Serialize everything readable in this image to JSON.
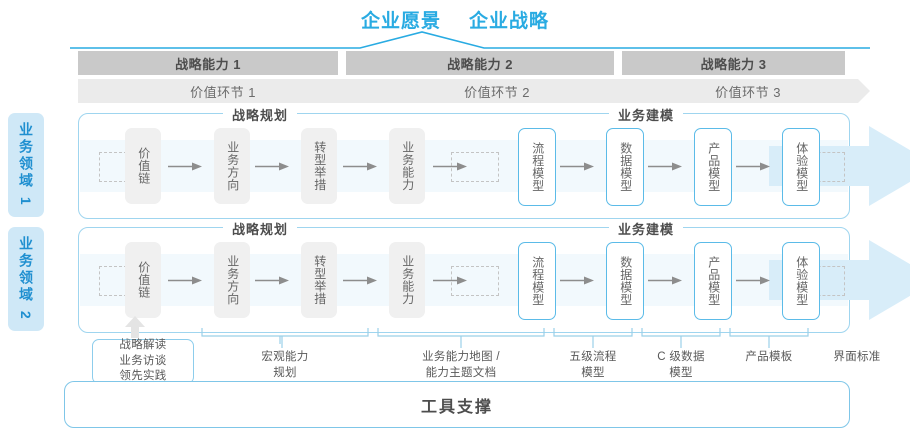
{
  "top": {
    "titles": [
      "企业愿景",
      "企业战略"
    ]
  },
  "capabilities": [
    {
      "label": "战略能力 1"
    },
    {
      "label": "战略能力 2"
    },
    {
      "label": "战略能力 3"
    }
  ],
  "value_segments": [
    {
      "label": "价值环节 1"
    },
    {
      "label": "价值环节 2"
    },
    {
      "label": "价值环节 3"
    }
  ],
  "side_labels": [
    {
      "label": "业务领域 1"
    },
    {
      "label": "业务领域 2"
    }
  ],
  "sections": {
    "left_title": "战略规划",
    "right_title": "业务建模"
  },
  "rows": [
    {
      "nodes": [
        {
          "label": "价值链",
          "style": "grey"
        },
        {
          "label": "业务方向",
          "style": "grey"
        },
        {
          "label": "转型举措",
          "style": "grey"
        },
        {
          "label": "业务能力",
          "style": "grey"
        },
        {
          "label": "流程模型",
          "style": "blue"
        },
        {
          "label": "数据模型",
          "style": "blue"
        },
        {
          "label": "产品模型",
          "style": "blue"
        },
        {
          "label": "体验模型",
          "style": "blue"
        }
      ]
    },
    {
      "nodes": [
        {
          "label": "价值链",
          "style": "grey"
        },
        {
          "label": "业务方向",
          "style": "grey"
        },
        {
          "label": "转型举措",
          "style": "grey"
        },
        {
          "label": "业务能力",
          "style": "grey"
        },
        {
          "label": "流程模型",
          "style": "blue"
        },
        {
          "label": "数据模型",
          "style": "blue"
        },
        {
          "label": "产品模型",
          "style": "blue"
        },
        {
          "label": "体验模型",
          "style": "blue"
        }
      ]
    }
  ],
  "annotations": {
    "boxed": "战略解读\n业务访谈\n领先实践",
    "items": [
      {
        "label": "宏观能力\n规划"
      },
      {
        "label": "业务能力地图 /\n能力主题文档"
      },
      {
        "label": "五级流程\n模型"
      },
      {
        "label": "C 级数据\n模型"
      },
      {
        "label": "产品模板"
      },
      {
        "label": "界面标准"
      }
    ]
  },
  "footer": {
    "label": "工具支撑"
  },
  "colors": {
    "accent_blue": "#29abe2",
    "node_blue_border": "#5bbbe8",
    "container_blue": "#9fd5ef",
    "side_label_bg": "#cfe8f7",
    "cap_bar_grey": "#c9c9c9",
    "val_bar_grey": "#ebebeb",
    "band_blue": "#f2f9fd",
    "text_grey": "#4d4d4d"
  }
}
